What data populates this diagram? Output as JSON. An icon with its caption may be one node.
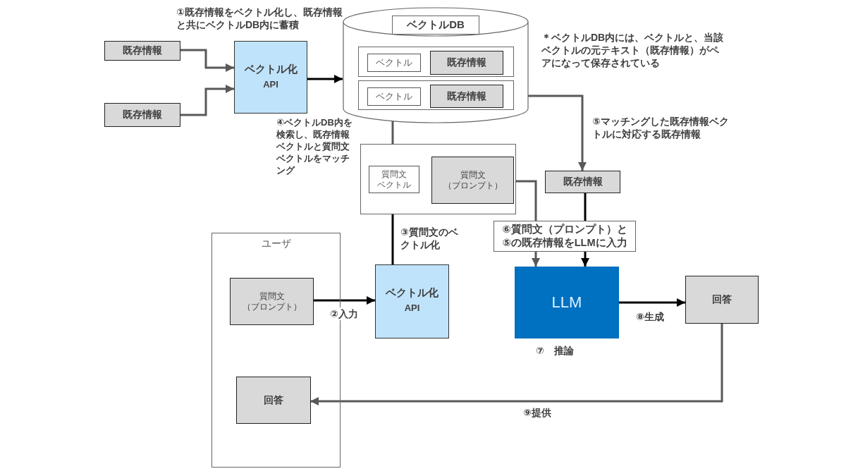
{
  "diagram": {
    "nodes": [
      {
        "text": [
          "既存情報"
        ]
      },
      {
        "text": [
          "既存情報"
        ]
      },
      {
        "text": [
          "ベクトル化",
          "API"
        ]
      },
      {
        "text": [
          "ベクトルDB"
        ]
      },
      {
        "text": [],
        "shape": "box",
        "in": 3
      },
      {
        "text": [
          "ベクトル"
        ],
        "in": 4
      },
      {
        "text": [
          "既存情報"
        ],
        "in": 4
      },
      {
        "text": [],
        "shape": "box",
        "in": 3
      },
      {
        "text": [
          "ベクトル"
        ],
        "in": 7
      },
      {
        "text": [
          "既存情報"
        ],
        "in": 7
      },
      {
        "text": [],
        "shape": "box"
      },
      {
        "text": [
          "質問文",
          "ベクトル"
        ],
        "in": 10
      },
      {
        "text": [
          "質問文",
          "（プロンプト）"
        ],
        "in": 10
      },
      {
        "text": [
          "既存情報"
        ]
      },
      {
        "text": [
          "LLM"
        ],
        "beside": [
          "⑦　推論"
        ]
      },
      {
        "text": [
          "回答"
        ]
      },
      {
        "text": [
          "ユーザ"
        ]
      },
      {
        "text": [
          "質問文",
          "（プロンプト）"
        ],
        "in": 16
      },
      {
        "text": [
          "回答"
        ],
        "in": 16
      },
      {
        "text": [
          "ベクトル化",
          "API"
        ]
      }
    ],
    "edges": [
      {
        "from": 0,
        "to": 2,
        "arrow": "to"
      },
      {
        "from": 1,
        "to": 2,
        "arrow": "to"
      },
      {
        "from": 2,
        "to": 3,
        "arrow": "to",
        "color": "#000000"
      },
      {
        "from": 11,
        "to": 8,
        "arrow": "both",
        "label": "④ベクトルDB内を検索し、既存情報ベクトルと質問文ベクトルをマッチング"
      },
      {
        "from": 9,
        "to": 13,
        "arrow": "to",
        "label": "⑤マッチングした既存情報ベクトルに対応する既存情報"
      },
      {
        "from": 19,
        "to": 11,
        "arrow": "to",
        "color": "#000000",
        "label": "③質問文のベクトル化"
      },
      {
        "from": 17,
        "to": 19,
        "arrow": "to",
        "color": "#000000",
        "label": "②入力"
      },
      {
        "from": 12,
        "to": 14,
        "arrow": "to"
      },
      {
        "from": 13,
        "to": 14,
        "arrow": "to",
        "color": "#000000"
      },
      {
        "from": 14,
        "to": 15,
        "arrow": "to",
        "color": "#000000",
        "label": "⑧生成"
      },
      {
        "from": 15,
        "to": 18,
        "arrow": "to",
        "label": "⑨提供"
      }
    ],
    "labels": [
      "①既存情報をベクトル化し、既存情報と共にベクトルDB内に蓄積",
      "＊ベクトルDB内には、ベクトルと、当該ベクトルの元テキスト（既存情報）がペアになって保存されている",
      "⑥質問文（プロンプト）と⑤の既存情報をLLMに入力"
    ]
  }
}
